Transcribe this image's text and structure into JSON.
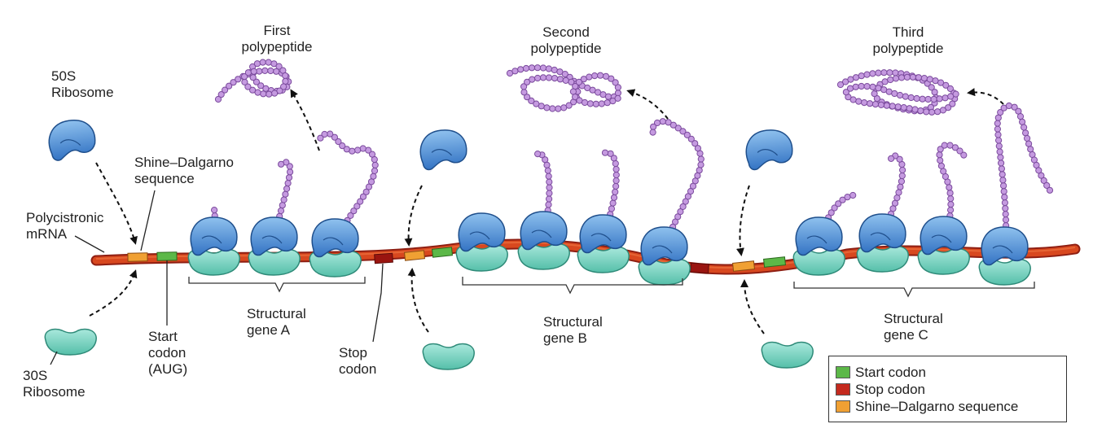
{
  "labels": {
    "first_polypeptide": "First\npolypeptide",
    "second_polypeptide": "Second\npolypeptide",
    "third_polypeptide": "Third\npolypeptide",
    "ribosome_50s": "50S\nRibosome",
    "ribosome_30s": "30S\nRibosome",
    "shine_dalgarno": "Shine–Dalgarno\nsequence",
    "polycistronic_mrna": "Polycistronic\nmRNA",
    "start_codon_aug": "Start\ncodon\n(AUG)",
    "stop_codon": "Stop\ncodon",
    "structural_gene_a": "Structural\ngene A",
    "structural_gene_b": "Structural\ngene B",
    "structural_gene_c": "Structural\ngene C"
  },
  "legend": {
    "items": [
      {
        "label": "Start codon",
        "color": "#5cb848"
      },
      {
        "label": "Stop codon",
        "color": "#c42a1e"
      },
      {
        "label": "Shine–Dalgarno sequence",
        "color": "#f0a033"
      }
    ]
  },
  "colors": {
    "mrna": "#d23a1c",
    "start_codon": "#5cb848",
    "stop_codon": "#b01a14",
    "shine_dalgarno": "#f0a033",
    "large_subunit": "#3f7fcc",
    "small_subunit": "#6ccdb9",
    "polypeptide": "#b57bd0"
  }
}
